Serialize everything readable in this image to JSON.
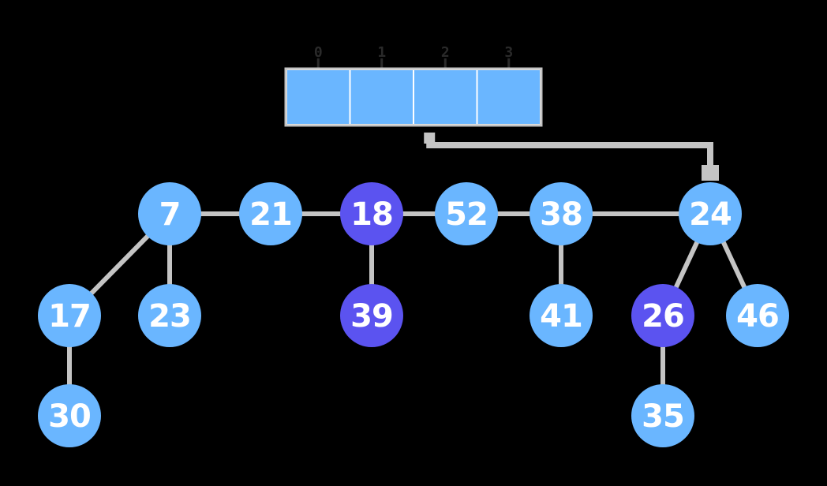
{
  "colors": {
    "background": "#000000",
    "normal_node": "#6ab6ff",
    "marked_node": "#5b53f0",
    "edge": "#c4c4c4",
    "array_cell": "#6ab6ff",
    "node_text": "#ffffff"
  },
  "degree_array": {
    "indices": [
      "0",
      "1",
      "2",
      "3"
    ],
    "cell_count": 4,
    "pointer_from_index": 2,
    "pointer_to_node": "24"
  },
  "root_list": [
    "7",
    "21",
    "18",
    "52",
    "38",
    "24"
  ],
  "nodes": [
    {
      "id": "7",
      "label": "7",
      "marked": false
    },
    {
      "id": "21",
      "label": "21",
      "marked": false
    },
    {
      "id": "18",
      "label": "18",
      "marked": true
    },
    {
      "id": "52",
      "label": "52",
      "marked": false
    },
    {
      "id": "38",
      "label": "38",
      "marked": false
    },
    {
      "id": "24",
      "label": "24",
      "marked": false
    },
    {
      "id": "17",
      "label": "17",
      "marked": false
    },
    {
      "id": "23",
      "label": "23",
      "marked": false
    },
    {
      "id": "39",
      "label": "39",
      "marked": true
    },
    {
      "id": "41",
      "label": "41",
      "marked": false
    },
    {
      "id": "26",
      "label": "26",
      "marked": true
    },
    {
      "id": "46",
      "label": "46",
      "marked": false
    },
    {
      "id": "30",
      "label": "30",
      "marked": false
    },
    {
      "id": "35",
      "label": "35",
      "marked": false
    }
  ],
  "edges": [
    {
      "from": "7",
      "to": "21",
      "kind": "sibling"
    },
    {
      "from": "21",
      "to": "18",
      "kind": "sibling"
    },
    {
      "from": "18",
      "to": "52",
      "kind": "sibling"
    },
    {
      "from": "52",
      "to": "38",
      "kind": "sibling"
    },
    {
      "from": "38",
      "to": "24",
      "kind": "sibling"
    },
    {
      "from": "7",
      "to": "17",
      "kind": "child"
    },
    {
      "from": "7",
      "to": "23",
      "kind": "child"
    },
    {
      "from": "18",
      "to": "39",
      "kind": "child"
    },
    {
      "from": "38",
      "to": "41",
      "kind": "child"
    },
    {
      "from": "24",
      "to": "26",
      "kind": "child"
    },
    {
      "from": "24",
      "to": "46",
      "kind": "child"
    },
    {
      "from": "17",
      "to": "30",
      "kind": "child"
    },
    {
      "from": "26",
      "to": "35",
      "kind": "child"
    }
  ]
}
